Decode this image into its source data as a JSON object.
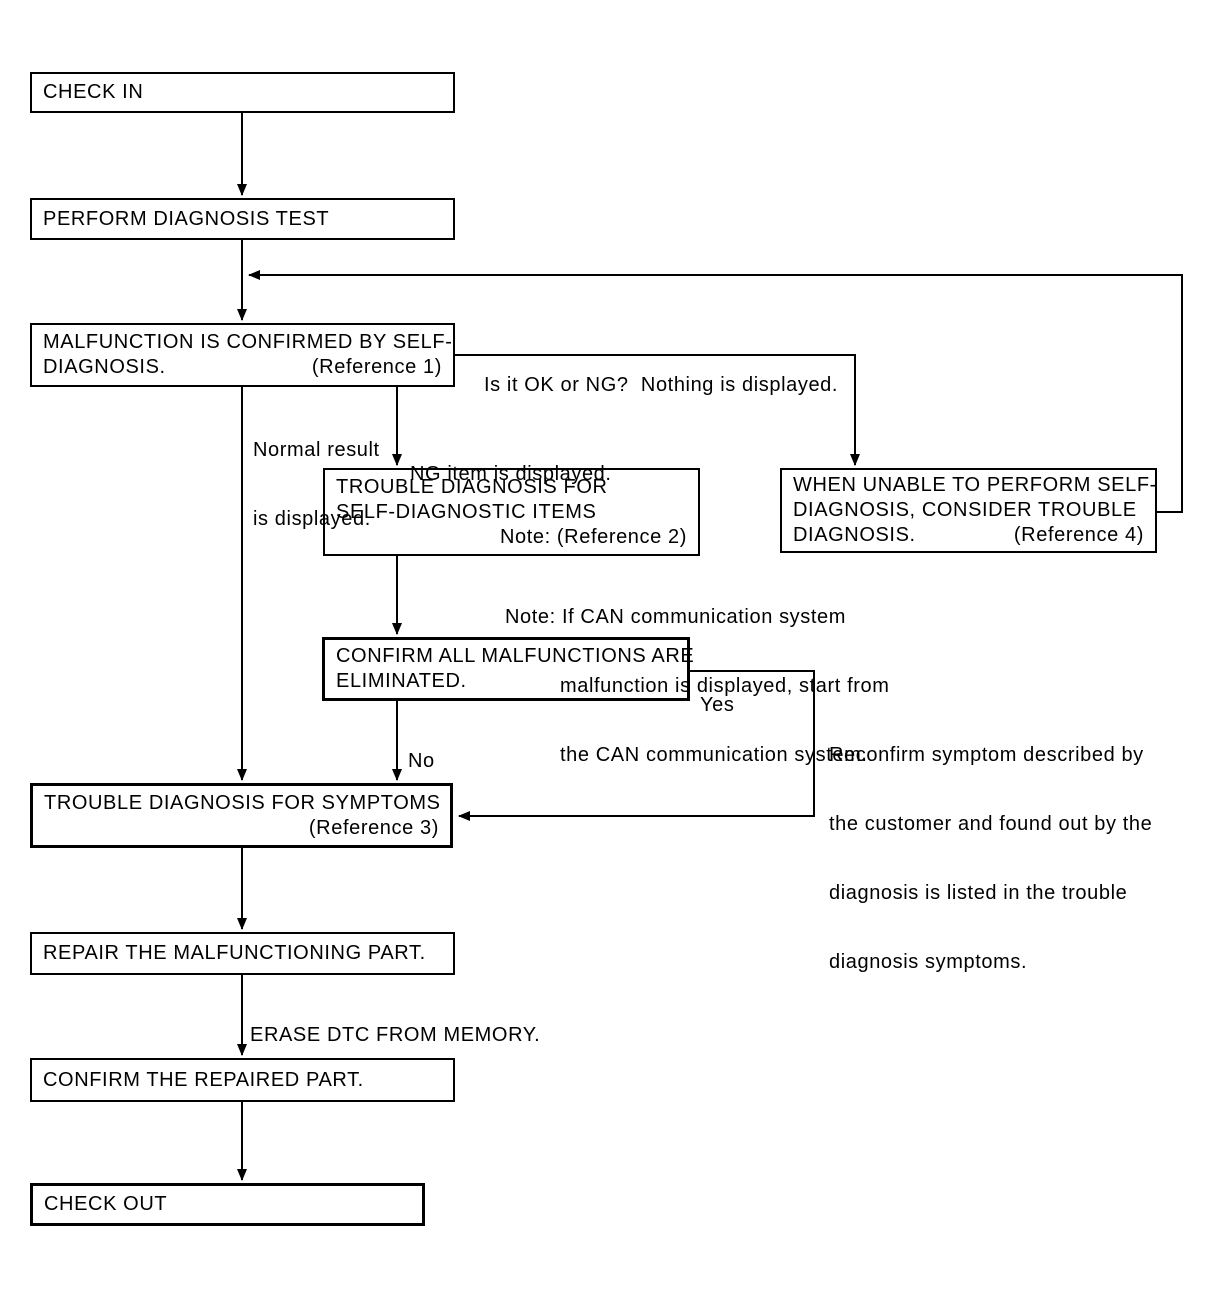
{
  "nodes": {
    "check_in": {
      "label": "CHECK IN"
    },
    "perform_test": {
      "label": "PERFORM DIAGNOSIS TEST"
    },
    "malfunction": {
      "line1": "MALFUNCTION IS CONFIRMED BY SELF-",
      "line2": "DIAGNOSIS.",
      "ref": "(Reference 1)"
    },
    "self_diag_items": {
      "line1": "TROUBLE DIAGNOSIS FOR",
      "line2": "SELF-DIAGNOSTIC ITEMS",
      "note": "Note: (Reference 2)"
    },
    "unable_self_diag": {
      "line1": "WHEN UNABLE TO PERFORM SELF-",
      "line2": "DIAGNOSIS, CONSIDER TROUBLE",
      "line3": "DIAGNOSIS.",
      "ref": "(Reference 4)"
    },
    "confirm_all": {
      "line1": "CONFIRM ALL MALFUNCTIONS ARE",
      "line2": "ELIMINATED."
    },
    "symptoms": {
      "line1": "TROUBLE DIAGNOSIS FOR SYMPTOMS",
      "ref": "(Reference 3)"
    },
    "repair": {
      "label": "REPAIR THE MALFUNCTIONING PART."
    },
    "confirm_repaired": {
      "label": "CONFIRM THE REPAIRED PART."
    },
    "check_out": {
      "label": "CHECK OUT"
    }
  },
  "labels": {
    "ok_ng": "Is it OK or NG?  Nothing is displayed.",
    "normal_result_1": "Normal result",
    "normal_result_2": "is displayed.",
    "ng_item": "NG item is displayed.",
    "can_note_1": "Note: If CAN communication system",
    "can_note_2": "malfunction is displayed, start from",
    "can_note_3": "the CAN communication system.",
    "yes": "Yes",
    "no": "No",
    "reconfirm_1": "Reconfirm symptom described by",
    "reconfirm_2": "the customer and found out by the",
    "reconfirm_3": "diagnosis is listed in the trouble",
    "reconfirm_4": "diagnosis symptoms.",
    "erase_dtc": "ERASE DTC FROM MEMORY."
  },
  "colors": {
    "background": "#ffffff",
    "line": "#000000",
    "box_border": "#000000",
    "text": "#000000"
  }
}
